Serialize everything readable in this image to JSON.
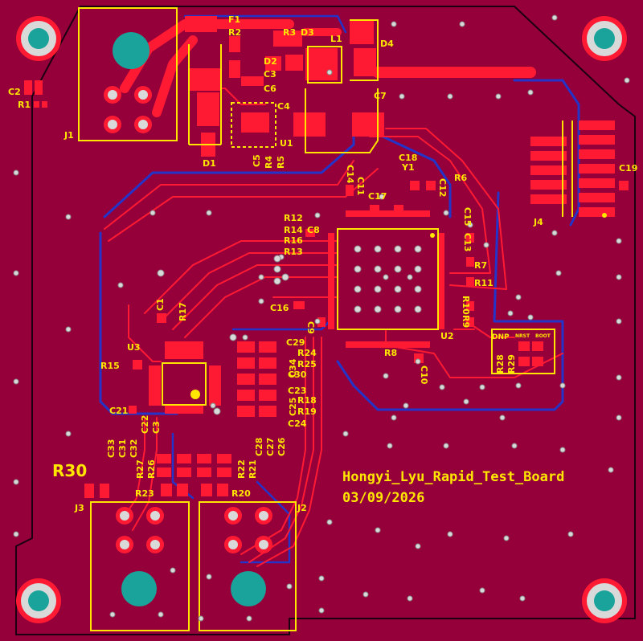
{
  "board": {
    "title": "Hongyi_Lyu_Rapid_Test_Board",
    "date": "03/09/2026",
    "colors": {
      "substrate": "#96003a",
      "copper_top": "#ff1a33",
      "copper_bottom": "#2433c8",
      "silkscreen": "#ffe600",
      "mounting_hole": "#19a39a"
    }
  },
  "labels": {
    "J1": "J1",
    "J2": "J2",
    "J3": "J3",
    "J4": "J4",
    "F1": "F1",
    "R1": "R1",
    "R2": "R2",
    "R3": "R3",
    "D1": "D1",
    "D2": "D2",
    "D3": "D3",
    "D4": "D4",
    "C2": "C2",
    "C3": "C3",
    "C4": "C4",
    "C5": "C5",
    "C6": "C6",
    "C7": "C7",
    "C8": "C8",
    "C9": "C9",
    "C10": "C10",
    "C11": "C11",
    "C12": "C12",
    "C13": "C13",
    "C14": "C14",
    "C15": "C15",
    "C16": "C16",
    "C17": "C17",
    "C18": "C18",
    "C19": "C19",
    "C1": "C1",
    "C21": "C21",
    "C22": "C22",
    "C23": "C23",
    "C24": "C24",
    "C25": "C25",
    "C26": "C26",
    "C27": "C27",
    "C28": "C28",
    "C29": "C29",
    "C30": "C30",
    "C31": "C31",
    "C32": "C32",
    "C33": "C33",
    "C34": "C34",
    "L1": "L1",
    "U1": "U1",
    "U2": "U2",
    "U3": "U3",
    "Y1": "Y1",
    "R6": "R6",
    "R7": "R7",
    "R8": "R8",
    "R9": "R9",
    "R10": "R10",
    "R11": "R11",
    "R12": "R12",
    "R13": "R13",
    "R14": "R14",
    "R15": "R15",
    "R16": "R16",
    "R17": "R17",
    "R18": "R18",
    "R19": "R19",
    "R20": "R20",
    "R21": "R21",
    "R22": "R22",
    "R23": "R23",
    "R24": "R24",
    "R25": "R25",
    "R26": "R26",
    "R27": "R27",
    "R28": "R28",
    "R29": "R29",
    "R30": "R30",
    "DNP": "DNP",
    "NRST": "NRST",
    "BOOT": "BOOT"
  }
}
